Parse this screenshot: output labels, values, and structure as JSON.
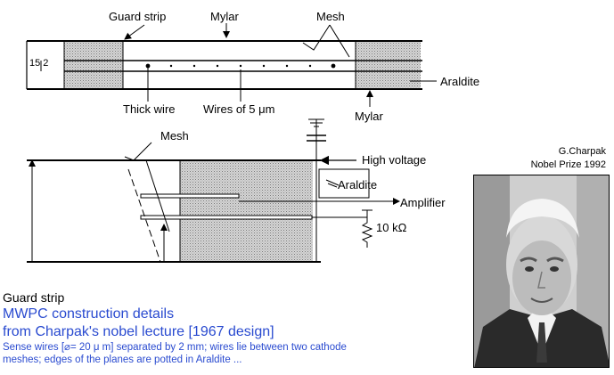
{
  "top_diagram": {
    "guard_strip": "Guard strip",
    "mylar_top": "Mylar",
    "mesh_top": "Mesh",
    "dim_label": "15 2",
    "araldite": "Araldite",
    "thick_wire": "Thick wire",
    "wires": "Wires of 5 μm",
    "mylar_bottom": "Mylar"
  },
  "bottom_diagram": {
    "mesh": "Mesh",
    "high_voltage": "High voltage",
    "araldite": "Araldite",
    "amplifier": "Amplifier",
    "resistor": "10 kΩ"
  },
  "caption": {
    "guard_strip": "Guard strip",
    "title_line1": "MWPC construction details",
    "title_line2": "from Charpak's nobel lecture [1967 design]",
    "desc_line1": "Sense wires [⌀= 20  μ m] separated by 2 mm; wires lie between two  cathode",
    "desc_line2": "meshes; edges of the planes are potted in Araldite ..."
  },
  "credit": {
    "name": "G.Charpak",
    "prize": "Nobel Prize 1992"
  },
  "colors": {
    "caption_blue": "#2a4bd0",
    "stipple": "#bdbdbd"
  }
}
